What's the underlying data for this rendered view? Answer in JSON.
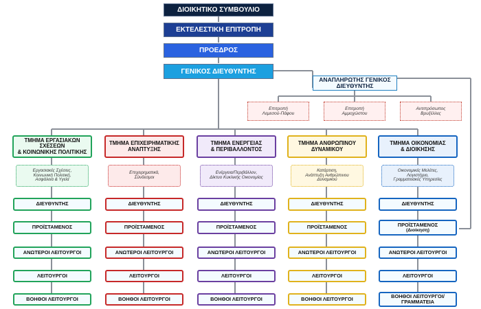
{
  "top": {
    "board": "ΔΙΟΙΚΗΤΙΚΟ ΣΥΜΒΟΥΛΙΟ",
    "executive": "ΕΚΤΕΛΕΣΤΙΚΗ ΕΠΙΤΡΟΠΗ",
    "president": "ΠΡΟΕΔΡΟΣ",
    "gm": "ΓΕΝΙΚΟΣ ΔΙΕΥΘΥΝΤΗΣ"
  },
  "deputy": {
    "line1": "ΑΝΑΠΛΗΡΩΤΗΣ ΓΕΝΙΚΟΣ",
    "line2": "ΔΙΕΥΘΥΝΤΗΣ"
  },
  "offices": [
    {
      "line1": "Επιτροπή",
      "line2": "Λεμεσού-Πάφου"
    },
    {
      "line1": "Επιτροπή",
      "line2": "Αμμοχώστου"
    },
    {
      "line1": "Αντιπρόσωπος",
      "line2": "Βρυξέλλες"
    }
  ],
  "departments": [
    {
      "title": [
        "ΤΜΗΜΑ ΕΡΓΑΣΙΑΚΩΝ",
        "ΣΧΕΣΕΩΝ",
        "& ΚΟΙΝΩΝΙΚΗΣ ΠΟΛΙΤΙΚΗΣ"
      ],
      "resp": [
        "Εργασιακές Σχέσεις,",
        "Κοινωνική Πολιτική,",
        "Ασφάλεια & Υγεία"
      ],
      "color": "#21a35a",
      "fill": "#eafaf0",
      "levels": [
        "ΔΙΕΥΘΥΝΤΗΣ",
        "ΠΡΟΪΣΤΑΜΕΝΟΣ",
        "ΑΝΩΤΕΡΟΙ ΛΕΙΤΟΥΡΓΟΙ",
        "ΛΕΙΤΟΥΡΓΟΙ",
        "ΒΟΗΘΟΙ ΛΕΙΤΟΥΡΓΟΙ"
      ]
    },
    {
      "title": [
        "ΤΜΗΜΑ ΕΠΙΧΕΙΡΗΜΑΤΙΚΗΣ",
        "ΑΝΑΠΤΥΞΗΣ"
      ],
      "resp": [
        "Επιχειρηματικά,",
        "Σύνδεσμοι"
      ],
      "color": "#c62828",
      "fill": "#fdeaea",
      "levels": [
        "ΔΙΕΥΘΥΝΤΗΣ",
        "ΠΡΟΪΣΤΑΜΕΝΟΣ",
        "ΑΝΩΤΕΡΟΙ ΛΕΙΤΟΥΡΓΟΙ",
        "ΛΕΙΤΟΥΡΓΟΙ",
        "ΒΟΗΘΟΙ ΛΕΙΤΟΥΡΓΟΙ"
      ]
    },
    {
      "title": [
        "ΤΜΗΜΑ ΕΝΕΡΓΕΙΑΣ",
        "& ΠΕΡΙΒΑΛΛΟΝΤΟΣ"
      ],
      "resp": [
        "Ενέργεια/Περιβάλλον,",
        "Δίκτυο Κυκλικής Οικονομίας"
      ],
      "color": "#6a3fa0",
      "fill": "#f1eafa",
      "levels": [
        "ΔΙΕΥΘΥΝΤΗΣ",
        "ΠΡΟΪΣΤΑΜΕΝΟΣ",
        "ΑΝΩΤΕΡΟΙ ΛΕΙΤΟΥΡΓΟΙ",
        "ΛΕΙΤΟΥΡΓΟΙ",
        "ΒΟΗΘΟΙ ΛΕΙΤΟΥΡΓΟΙ"
      ]
    },
    {
      "title": [
        "ΤΜΗΜΑ ΑΝΘΡΩΠΙΝΟΥ",
        "ΔΥΝΑΜΙΚΟΥ"
      ],
      "resp": [
        "Κατάρτιση,",
        "Ανάπτυξη Ανθρώπινου",
        "Δυναμικού"
      ],
      "color": "#e0b21c",
      "fill": "#fff8e1",
      "levels": [
        "ΔΙΕΥΘΥΝΤΗΣ",
        "ΠΡΟΪΣΤΑΜΕΝΟΣ",
        "ΑΝΩΤΕΡΟΙ ΛΕΙΤΟΥΡΓΟΙ",
        "ΛΕΙΤΟΥΡΓΟΙ",
        "ΒΟΗΘΟΙ ΛΕΙΤΟΥΡΓΟΙ"
      ]
    },
    {
      "title": [
        "ΤΜΗΜΑ ΟΙΚΟΝΟΜΙΑΣ",
        "& ΔΙΟΙΚΗΣΗΣ"
      ],
      "resp": [
        "Οικονομικές Μελέτες,",
        "Λογιστήριο,",
        "Γραμματειακές Υπηρεσίες"
      ],
      "color": "#1565c0",
      "fill": "#e8f1fc",
      "levels": [
        "ΔΙΕΥΘΥΝΤΗΣ",
        "ΠΡΟΪΣΤΑΜΕΝΟΣ|(Διοίκηση)",
        "ΑΝΩΤΕΡΟΙ ΛΕΙΤΟΥΡΓΟΙ",
        "ΛΕΙΤΟΥΡΓΟΙ",
        "ΒΟΗΘΟΙ ΛΕΙΤΟΥΡΓΟΙ/|ΓΡΑΜΜΑΤΕΙΑ"
      ]
    }
  ],
  "colors": {
    "board": "#0d2240",
    "executive": "#1d3f94",
    "president": "#2a62e0",
    "gm": "#1ca0e0",
    "connector": "#8a8f98",
    "level_fill": "#f4fbff"
  }
}
